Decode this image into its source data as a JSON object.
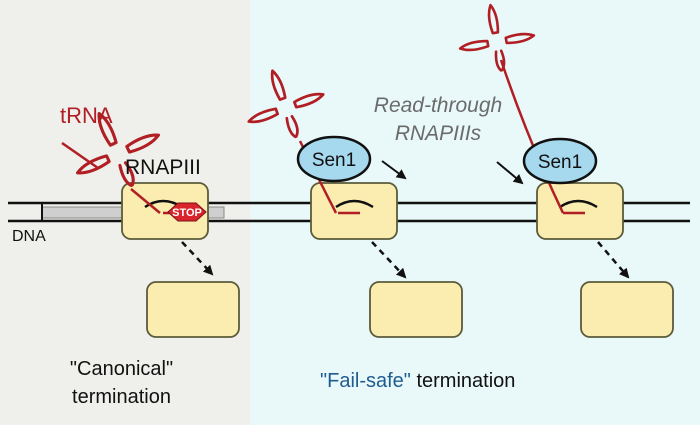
{
  "labels": {
    "trna": "tRNA",
    "rnapiii": "RNAPIII",
    "dna": "DNA",
    "stop": "STOP",
    "read_through_line1": "Read-through",
    "read_through_line2": "RNAPIIIs",
    "sen1": "Sen1",
    "canonical_line1": "\"Canonical\"",
    "canonical_line2": "termination",
    "failsafe_quoted": "\"Fail-safe\"",
    "failsafe_rest": " termination"
  },
  "colors": {
    "canonical_panel": "#efefec",
    "failsafe_panel": "#e9f8f9",
    "rnap_fill": "#fbecb0",
    "rnap_stroke": "#5b5b3a",
    "trna_red": "#b11f24",
    "stop_red": "#d9242b",
    "sen1_fill": "#a6d8ee",
    "failsafe_text": "#1f5c8f",
    "gene_fill": "#cfcfcf"
  },
  "icons": [
    "trna-cloverleaf-icon",
    "stop-sign-icon",
    "arrow-icon",
    "dashed-arrow-icon"
  ]
}
